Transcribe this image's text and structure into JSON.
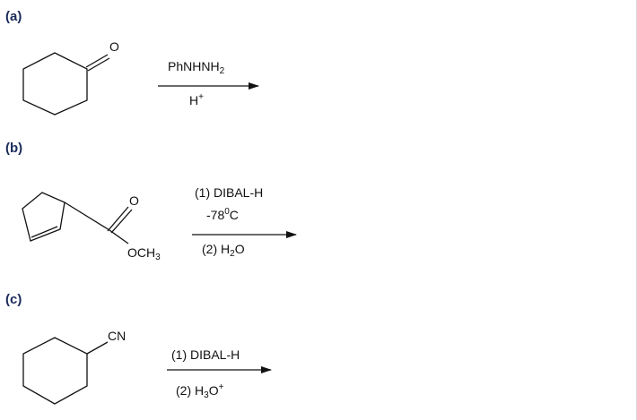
{
  "problems": [
    {
      "label": "(a)",
      "substituent": "O",
      "reagents": {
        "above": "PhNHNH2",
        "below": "H+"
      }
    },
    {
      "label": "(b)",
      "substituent_top": "O",
      "substituent_bottom": "OCH3",
      "reagents": {
        "line1": "(1) DIBAL-H",
        "line2": "-78°C",
        "line3": "(2) H2O"
      }
    },
    {
      "label": "(c)",
      "substituent": "CN",
      "reagents": {
        "line1": "(1) DIBAL-H",
        "line2": "(2) H3O+"
      }
    }
  ],
  "colors": {
    "label": "#1a2a5a",
    "ink": "#111111"
  }
}
